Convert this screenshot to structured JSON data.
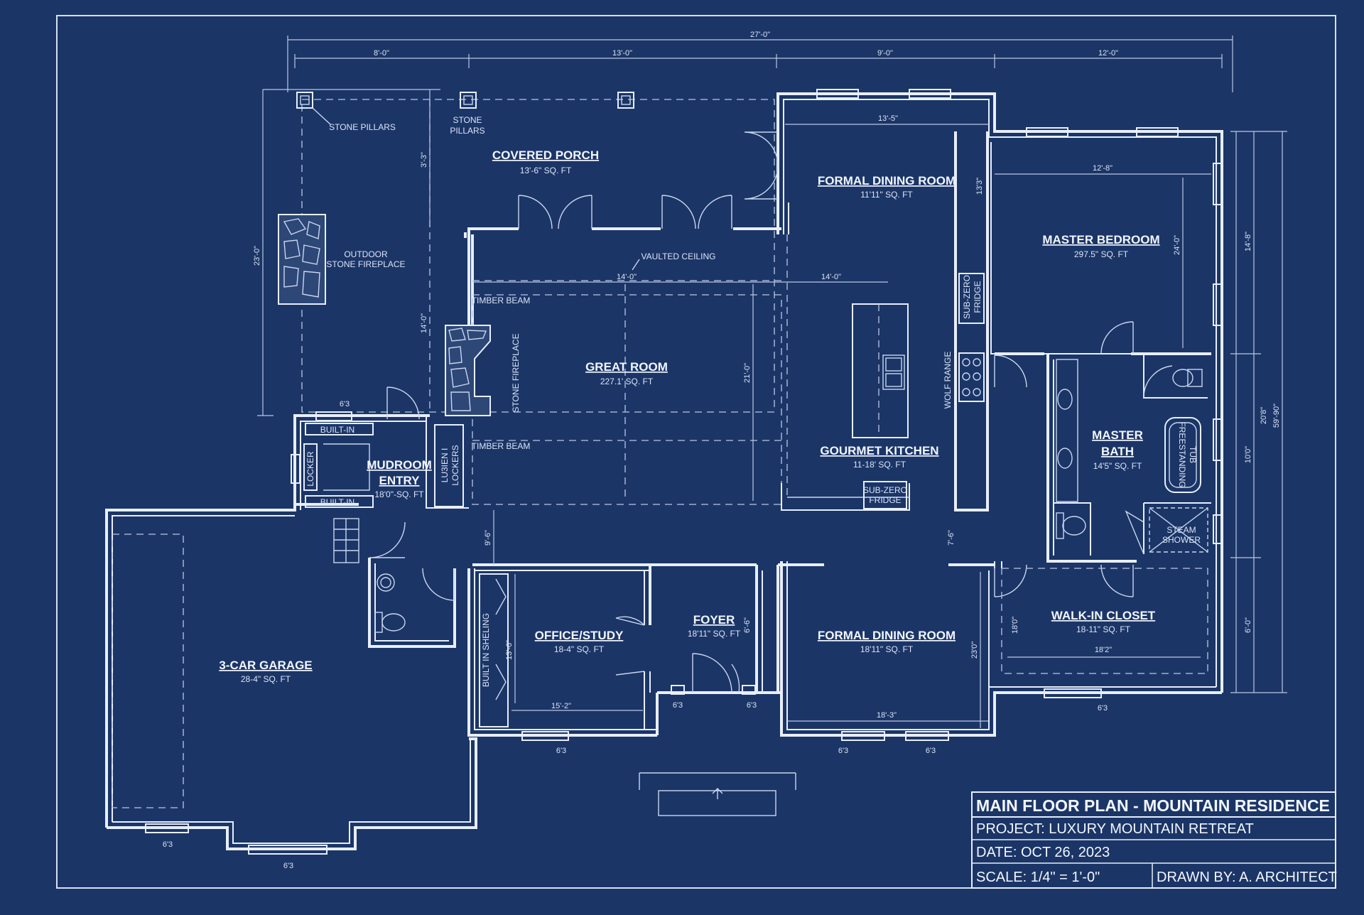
{
  "title_block": {
    "title": "MAIN FLOOR PLAN - MOUNTAIN RESIDENCE",
    "project": "PROJECT: LUXURY MOUNTAIN RETREAT",
    "date": "DATE: OCT 26, 2023",
    "scale": "SCALE: 1/4\" = 1'-0\"",
    "drawn_by": "DRAWN BY: A. ARCHITECT"
  },
  "rooms": {
    "covered_porch": {
      "name": "COVERED PORCH",
      "area": "13'-6\" SQ. FT"
    },
    "formal_dining_top": {
      "name": "FORMAL DINING ROOM",
      "area": "11'11\" SQ. FT"
    },
    "master_bedroom": {
      "name": "MASTER BEDROOM",
      "area": "297.5\" SQ. FT"
    },
    "great_room": {
      "name": "GREAT ROOM",
      "area": "227.1' SQ. FT"
    },
    "gourmet_kitchen": {
      "name": "GOURMET KITCHEN",
      "area": "11-18' SQ. FT"
    },
    "master_bath_1": {
      "name": "MASTER"
    },
    "master_bath_2": {
      "name": "BATH",
      "area": "14'5\" SQ. FT"
    },
    "mudroom_1": {
      "name": "MUDROOM"
    },
    "mudroom_2": {
      "name": "ENTRY",
      "area": "18'0\"-SQ. FT"
    },
    "garage": {
      "name": "3-CAR GARAGE",
      "area": "28-4\" SQ. FT"
    },
    "office": {
      "name": "OFFICE/STUDY",
      "area": "18-4\" SQ. FT"
    },
    "foyer": {
      "name": "FOYER",
      "area": "18'11\" SQ. FT"
    },
    "formal_dining_bottom": {
      "name": "FORMAL DINING ROOM",
      "area": "18'11\" SQ. FT"
    },
    "walk_in_closet": {
      "name": "WALK-IN CLOSET",
      "area": "18-11\" SQ. FT"
    }
  },
  "labels": {
    "stone_pillars_1": "STONE PILLARS",
    "stone_pillars_2a": "STONE",
    "stone_pillars_2b": "PILLARS",
    "outdoor_fp_1": "OUTDOOR",
    "outdoor_fp_2": "STONE FIREPLACE",
    "vaulted": "VAULTED CEILING",
    "timber_1": "TIMBER BEAM",
    "timber_2": "TIMBER BEAM",
    "stone_fireplace": "STONE FIREPLACE",
    "subzero_1a": "SUB-ZERO",
    "subzero_1b": "FRIDGE",
    "wolf_range": "WOLF RANGE",
    "subzero_2a": "SUB-ZERO",
    "subzero_2b": "FRIDGE",
    "builtin_1": "BUILT-IN",
    "builtin_2": "BUILT-IN",
    "locker": "LOCKER",
    "lockers_a": "LU3IEN I",
    "lockers_b": "LOCKERS",
    "built_in_shelving": "BUILT IN SHELING",
    "freestanding_tub_a": "FREESTANDING",
    "freestanding_tub_b": "TUB",
    "steam_a": "STEAM",
    "steam_b": "SHOWER"
  },
  "dimensions": {
    "overall": "27'-0\"",
    "d1": "8'-0\"",
    "d2": "13'-0\"",
    "d3": "9'-0\"",
    "d4": "12'-0\"",
    "dining_w": "13'-5\"",
    "dining_h": "13'3\"",
    "bed_w": "12'-8\"",
    "bed_h": "24'-0\"",
    "right_1": "14'-8\"",
    "right_2": "10'0\"",
    "right_3": "6'-0\"",
    "right_tot1": "20'8\"",
    "right_tot2": "59'-90\"",
    "porch_h": "3'-3\"",
    "porch_total": "23'-0\"",
    "porch_low": "14'-0\"",
    "great_w1": "14'-0\"",
    "great_w2": "14'-0\"",
    "great_h": "21'-0\"",
    "corridor": "9'-6\"",
    "kitchen_gap": "7'-6\"",
    "office_w": "15'-2\"",
    "office_h": "13'-6\"",
    "foyer_h": "6'-6\"",
    "dining_b_w": "18'-3\"",
    "dining_b_h": "23'0\"",
    "closet_w": "18'2\"",
    "closet_h": "18'0\"",
    "win_1": "6'3",
    "win_2": "6'3",
    "win_3": "6'3",
    "win_4": "6'3",
    "win_5": "6'3",
    "win_6": "6'3",
    "win_7": "6'3",
    "win_8": "6'3",
    "win_9": "6'3"
  },
  "colors": {
    "background": "#1b3566",
    "line": "#e8eefb"
  }
}
